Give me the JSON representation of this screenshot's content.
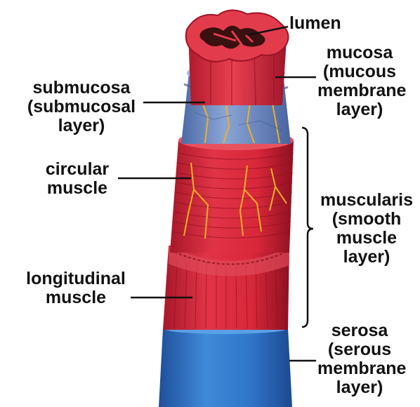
{
  "labels": {
    "lumen": [
      "lumen"
    ],
    "mucosa": [
      "mucosa",
      "(mucous",
      "membrane",
      "layer)"
    ],
    "submucosa": [
      "submucosa",
      "(submucosal",
      "layer)"
    ],
    "circular_muscle": [
      "circular",
      "muscle"
    ],
    "muscularis": [
      "muscularis",
      "(smooth",
      "muscle",
      "layer)"
    ],
    "longitudinal_muscle": [
      "longitudinal",
      "muscle"
    ],
    "serosa": [
      "serosa",
      "(serous",
      "membrane",
      "layer)"
    ]
  },
  "colors": {
    "muscle_red": "#d8283a",
    "muscle_dark": "#9e1424",
    "submucosa_blue": "#6e8fc4",
    "serosa_blue": "#2f74c8",
    "vessel_yellow": "#f0b020",
    "lumen_dark": "#3a1010",
    "leader_line": "#111111"
  }
}
